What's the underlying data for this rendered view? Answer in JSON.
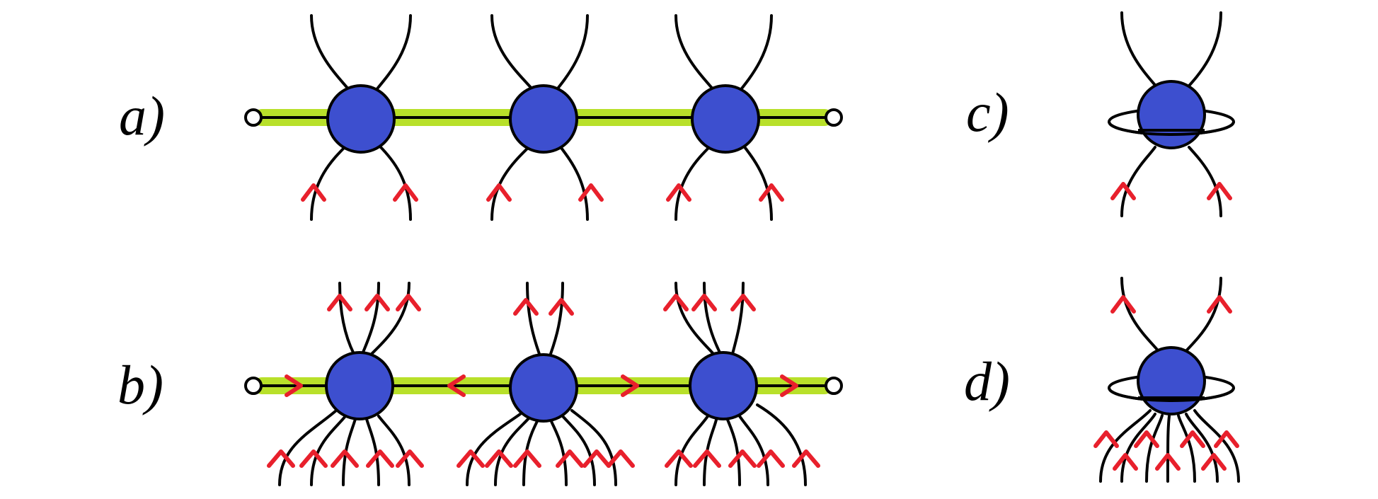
{
  "colors": {
    "band": "#b8e02a",
    "blob": "#3d4fcf",
    "arrow": "#e8202c",
    "line": "#000000"
  },
  "labels": {
    "a": "a)",
    "b": "b)",
    "c": "c)",
    "d": "d)"
  }
}
